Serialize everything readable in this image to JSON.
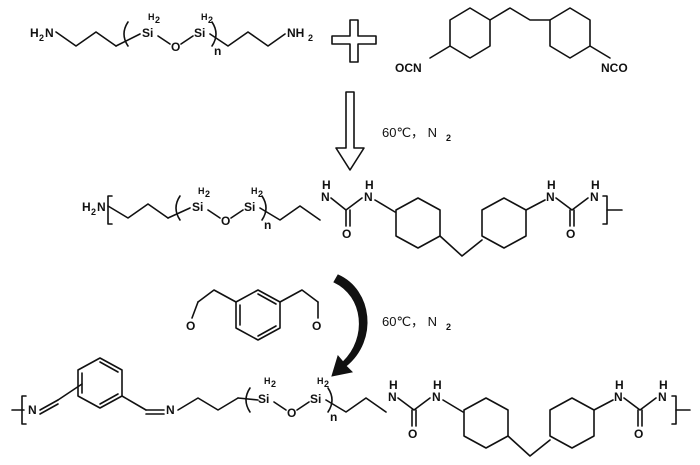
{
  "reaction": {
    "step1_condition": "60℃， N",
    "step2_condition": "60℃， N",
    "n2_subscript": "2"
  },
  "labels": {
    "h2n": "H",
    "h2n_sub": "2",
    "n": "N",
    "nh2": "NH",
    "nh2_sub": "2",
    "si": "Si",
    "h": "H",
    "h_sub": "2",
    "o": "O",
    "repeat_n": "n",
    "ocn": "OCN",
    "nco": "NCO",
    "nh": "H",
    "nh_n": "N",
    "n_eq": "N"
  }
}
